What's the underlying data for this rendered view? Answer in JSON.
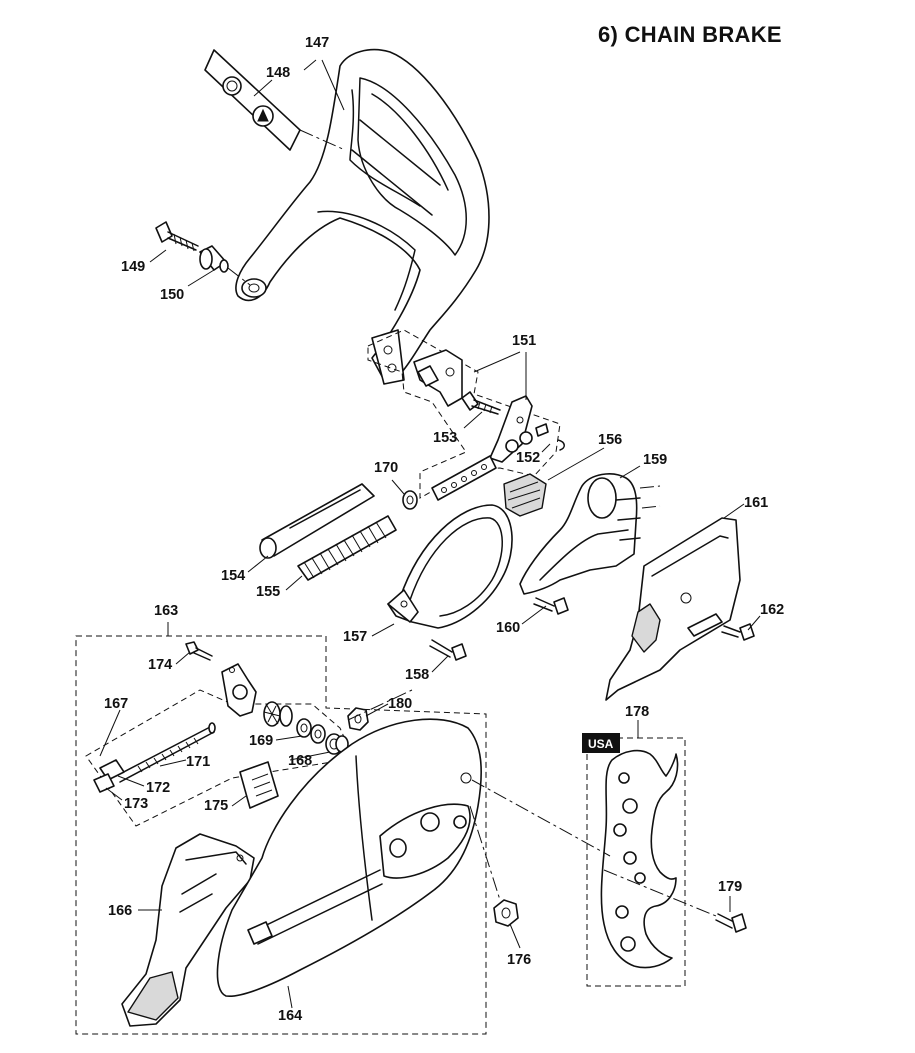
{
  "title": "6)  CHAIN BRAKE",
  "badge": "USA",
  "labels": [
    "147",
    "148",
    "149",
    "150",
    "151",
    "152",
    "153",
    "154",
    "155",
    "156",
    "157",
    "158",
    "159",
    "160",
    "161",
    "162",
    "163",
    "164",
    "166",
    "167",
    "168",
    "169",
    "170",
    "171",
    "172",
    "173",
    "174",
    "175",
    "176",
    "178",
    "179",
    "180"
  ]
}
